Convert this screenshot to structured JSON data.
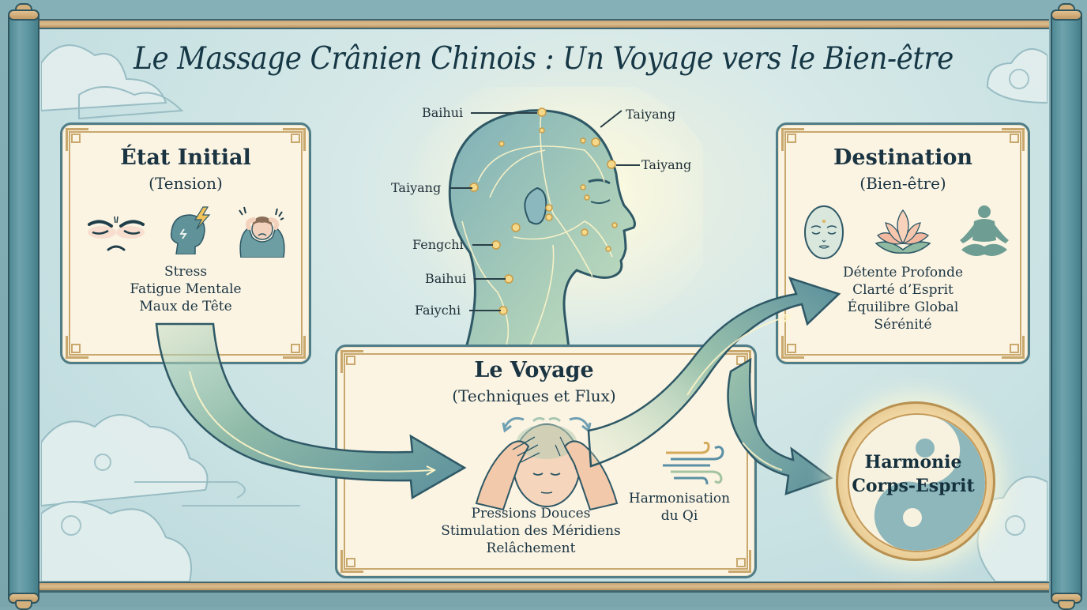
{
  "title": "Le Massage Crânien Chinois : Un Voyage vers le Bien-être",
  "colors": {
    "scroll_teal": "#5a939e",
    "scroll_gold": "#d4b07c",
    "panel_bg": "#fbf4e3",
    "panel_border": "#4f7d88",
    "gold_trim": "#c9a86d",
    "text_dark": "#1b3442",
    "arrow_teal": "#5a8f9c",
    "arrow_green": "#9fc7ad",
    "acupoint_gold": "#f5d98a"
  },
  "panels": {
    "initial": {
      "title": "État Initial",
      "subtitle": "(Tension)",
      "icons": [
        "tense-face-icon",
        "head-lightning-icon",
        "headache-person-icon"
      ],
      "items": [
        "Stress",
        "Fatigue Mentale",
        "Maux de Tête"
      ]
    },
    "journey": {
      "title": "Le Voyage",
      "subtitle": "(Techniques et Flux)",
      "icons": [
        "head-massage-hands-icon",
        "qi-wind-icon"
      ],
      "items": [
        "Pressions Douces",
        "Stimulation des Méridiens",
        "Relâchement"
      ],
      "side_label": [
        "Harmonisation",
        "du Qi"
      ]
    },
    "destination": {
      "title": "Destination",
      "subtitle": "(Bien-être)",
      "icons": [
        "calm-face-icon",
        "lotus-icon",
        "meditation-icon"
      ],
      "items": [
        "Détente Profonde",
        "Clarté d’Esprit",
        "Équilibre Global",
        "Sérénité"
      ]
    }
  },
  "head_diagram": {
    "points": [
      {
        "label": "Baihui",
        "side": "left"
      },
      {
        "label": "Taiyang",
        "side": "right"
      },
      {
        "label": "Taiyang",
        "side": "right"
      },
      {
        "label": "Taiyang",
        "side": "left"
      },
      {
        "label": "Fengchi",
        "side": "left"
      },
      {
        "label": "Baihui",
        "side": "left"
      },
      {
        "label": "Faiychi",
        "side": "left"
      }
    ]
  },
  "harmony": {
    "line1": "Harmonie",
    "line2": "Corps-Esprit"
  }
}
